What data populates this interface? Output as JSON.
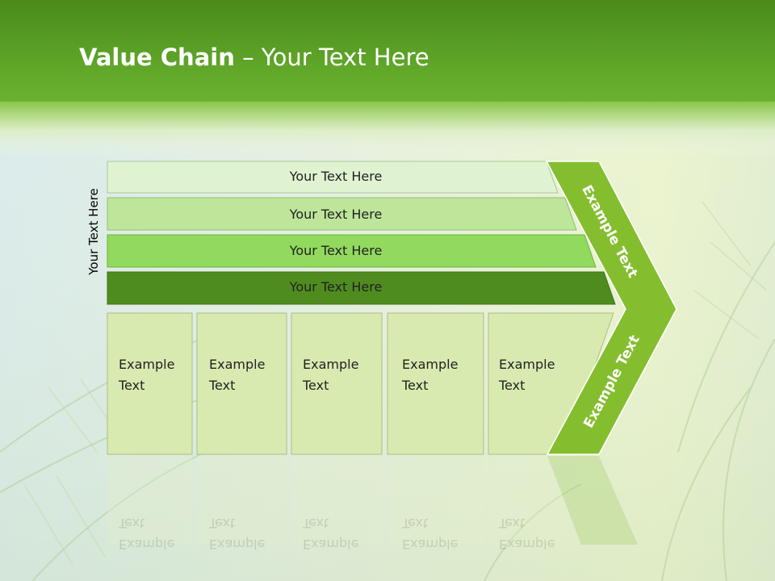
{
  "title": {
    "bold": "Value Chain",
    "rest": " – Your Text Here"
  },
  "side_label": "Your Text Here",
  "bars": [
    "Your Text Here",
    "Your Text Here",
    "Your Text Here",
    "Your Text Here"
  ],
  "boxes": [
    "Example\nText",
    "Example\nText",
    "Example\nText",
    "Example\nText",
    "Example\nText"
  ],
  "arrow": {
    "upper": "Example Text",
    "lower": "Example Text"
  },
  "colors": {
    "header_green": "#5aa125",
    "bar1": "#dff3d0",
    "bar2": "#bde69a",
    "bar3": "#92da5e",
    "bar4": "#4f8c1f",
    "box": "#d9eab0",
    "arrow": "#84be2f"
  }
}
